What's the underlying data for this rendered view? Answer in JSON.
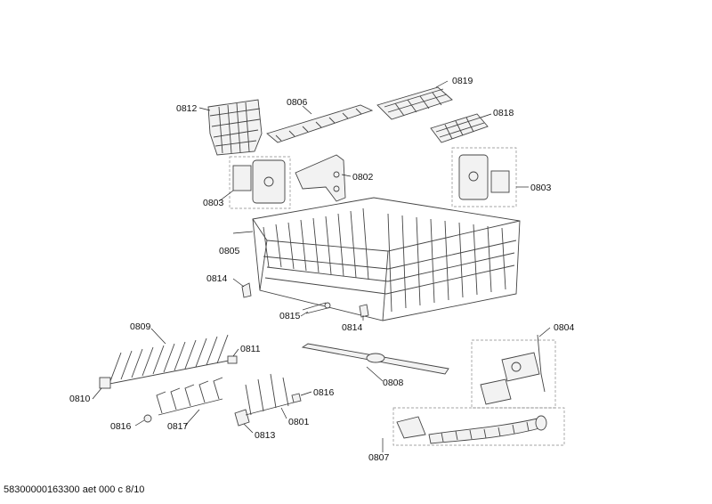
{
  "labels": {
    "l0812": "0812",
    "l0806": "0806",
    "l0819": "0819",
    "l0818": "0818",
    "l0802": "0802",
    "l0803a": "0803",
    "l0803b": "0803",
    "l0805": "0805",
    "l0814a": "0814",
    "l0815": "0815",
    "l0814b": "0814",
    "l0809": "0809",
    "l0811": "0811",
    "l0810": "0810",
    "l0808": "0808",
    "l0804": "0804",
    "l0816a": "0816",
    "l0817": "0817",
    "l0813": "0813",
    "l0801": "0801",
    "l0816b": "0816",
    "l0807": "0807"
  },
  "footer": "58300000163300 aet 000 c 8/10"
}
